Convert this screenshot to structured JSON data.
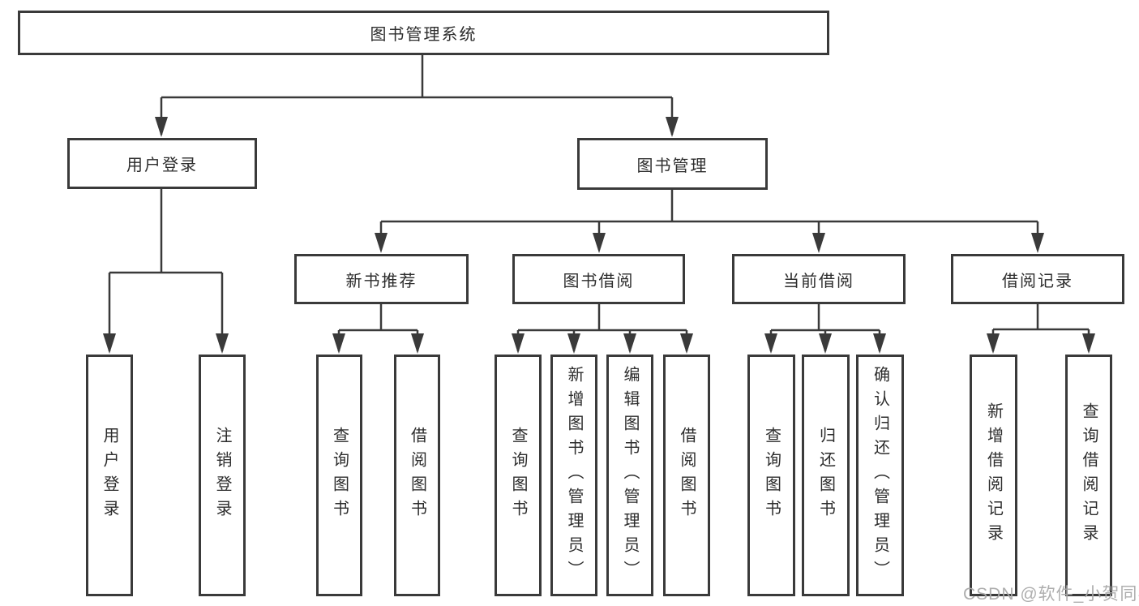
{
  "diagram": {
    "root": {
      "label": "图书管理系统"
    },
    "level2": [
      {
        "label": "用户登录"
      },
      {
        "label": "图书管理"
      }
    ],
    "level3": [
      {
        "label": "新书推荐"
      },
      {
        "label": "图书借阅"
      },
      {
        "label": "当前借阅"
      },
      {
        "label": "借阅记录"
      }
    ],
    "leaves": {
      "user_login": [
        {
          "label": "用户登录"
        },
        {
          "label": "注销登录"
        }
      ],
      "new_book": [
        {
          "label": "查询图书"
        },
        {
          "label": "借阅图书"
        }
      ],
      "book_borrow": [
        {
          "label": "查询图书"
        },
        {
          "label": "新增图书（管理员）"
        },
        {
          "label": "编辑图书（管理员）"
        },
        {
          "label": "借阅图书"
        }
      ],
      "current_borrow": [
        {
          "label": "查询图书"
        },
        {
          "label": "归还图书"
        },
        {
          "label": "确认归还（管理员）"
        }
      ],
      "borrow_record": [
        {
          "label": "新增借阅记录"
        },
        {
          "label": "查询借阅记录"
        }
      ]
    }
  },
  "watermark": {
    "text": "CSDN @软件_小贺同学"
  },
  "colors": {
    "line": "#3a3a3a",
    "text": "#2d2d2d",
    "background": "#ffffff",
    "watermark": "#aaaaaa"
  }
}
